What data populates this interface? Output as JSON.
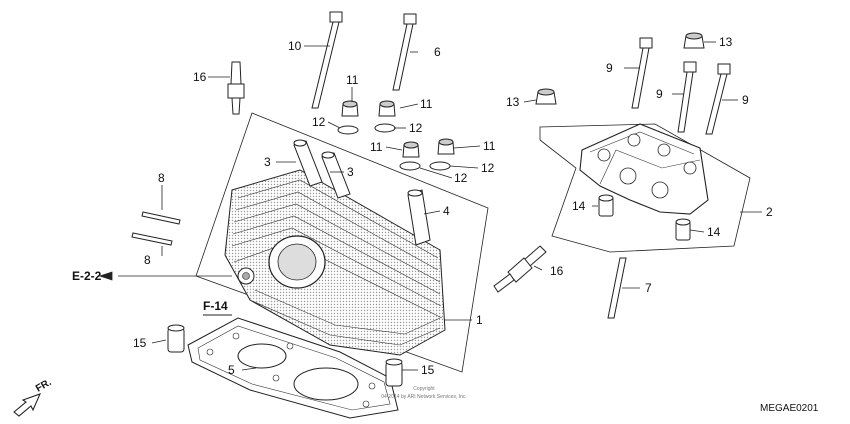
{
  "diagram": {
    "code": "MEGAE0201",
    "copyright": "Copyright\n04-2014 by ARI Network Services, Inc.",
    "front_label": "FR.",
    "references": {
      "e22": "E-2-2",
      "f14": "F-14"
    },
    "callouts": {
      "c10": "10",
      "c6": "6",
      "c16a": "16",
      "c11a": "11",
      "c11b": "11",
      "c12a": "12",
      "c12b": "12",
      "c11c": "11",
      "c11d": "11",
      "c12c": "12",
      "c12d": "12",
      "c3a": "3",
      "c3b": "3",
      "c8a": "8",
      "c8b": "8",
      "c4": "4",
      "c13a": "13",
      "c13b": "13",
      "c9a": "9",
      "c9b": "9",
      "c9c": "9",
      "c2": "2",
      "c14a": "14",
      "c14b": "14",
      "c16b": "16",
      "c7": "7",
      "c1": "1",
      "c15a": "15",
      "c15b": "15",
      "c5": "5"
    }
  }
}
